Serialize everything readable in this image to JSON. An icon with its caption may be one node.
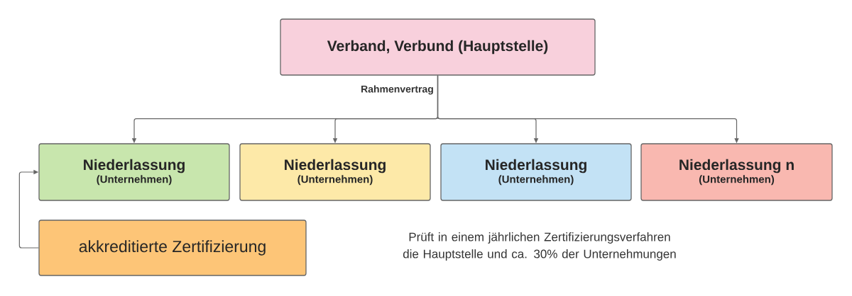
{
  "diagram": {
    "nodes": [
      {
        "text": [
          "Verband, Verbund (Hauptstelle)"
        ]
      },
      {
        "text": [
          "Niederlassung",
          "(Unternehmen)"
        ]
      },
      {
        "text": [
          "Niederlassung",
          "(Unternehmen)"
        ]
      },
      {
        "text": [
          "Niederlassung",
          "(Unternehmen)"
        ]
      },
      {
        "text": [
          "Niederlassung n",
          "(Unternehmen)"
        ]
      },
      {
        "text": [
          "akkreditierte Zertifizierung"
        ]
      }
    ],
    "edges": [
      {
        "from": 0,
        "to": 1,
        "arrow": "to",
        "label": "Rahmenvertrag"
      },
      {
        "from": 0,
        "to": 2,
        "arrow": "to"
      },
      {
        "from": 0,
        "to": 3,
        "arrow": "to"
      },
      {
        "from": 0,
        "to": 4,
        "arrow": "to"
      },
      {
        "from": 5,
        "to": 1,
        "arrow": "to"
      }
    ],
    "labels": [
      "Prüft in einem jährlichen Zertifizierungsverfahren die Hauptstelle und ca. 30% der Unternehmungen"
    ]
  }
}
